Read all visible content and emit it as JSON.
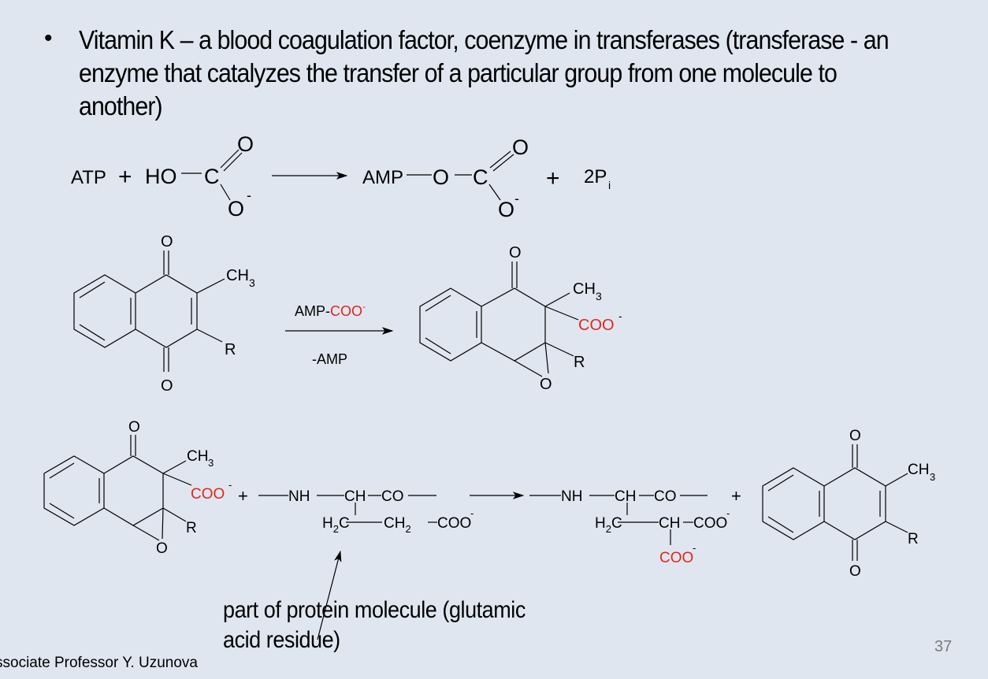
{
  "slide": {
    "bullet_symbol": "•",
    "bullet_text": "Vitamin K – a blood coagulation factor, coenzyme in transferases (transferase - an enzyme that catalyzes the transfer of a particular group from one molecule to another)",
    "footer": "ssociate Professor Y. Uzunova",
    "page_number": "37"
  },
  "reaction1": {
    "atp": "ATP",
    "plus1": "+",
    "ho": "HO",
    "c": "C",
    "o_top": "O",
    "o_bottom": "O",
    "minus": "-",
    "amp": "AMP",
    "o_link": "O",
    "c2": "C",
    "o_top2": "O",
    "o_bottom2": "O",
    "minus2": "-",
    "plus2": "+",
    "pi_main": "2P",
    "pi_sub": "i"
  },
  "reaction2": {
    "o_top": "O",
    "o_bottom": "O",
    "ch": "CH",
    "ch_sub": "3",
    "r": "R",
    "reagent_above": "AMP-",
    "reagent_coo": "COO",
    "reagent_minus": "-",
    "reagent_below": "-AMP",
    "p_o_top": "O",
    "p_ch": "CH",
    "p_ch_sub": "3",
    "p_coo": "COO",
    "p_minus": "-",
    "p_r": "R",
    "p_epoxide_o": "O"
  },
  "reaction3": {
    "o_top": "O",
    "ch": "CH",
    "ch_sub": "3",
    "coo": "COO",
    "minus": "-",
    "r": "R",
    "epoxide_o": "O",
    "plus1": "+",
    "nh": "NH",
    "ch_backbone": "CH",
    "co": "CO",
    "h2c_h": "H",
    "h2c_sub": "2",
    "h2c_c": "C",
    "ch2_ch": "CH",
    "ch2_sub": "2",
    "side_coo": "COO",
    "side_minus": "-",
    "p_nh": "NH",
    "p_ch_backbone": "CH",
    "p_co": "CO",
    "p_h2c_h": "H",
    "p_h2c_sub": "2",
    "p_h2c_c": "C",
    "p_ch_side": "CH",
    "p_side_coo": "COO",
    "p_side_minus": "-",
    "p_gla_coo": "COO",
    "p_gla_minus": "-",
    "plus2": "+",
    "q_o_top": "O",
    "q_o_bottom": "O",
    "q_ch": "CH",
    "q_ch_sub": "3",
    "q_r": "R"
  },
  "callout": {
    "text": "part of protein molecule (glutamic acid residue)"
  },
  "colors": {
    "background": "#dfe6f0",
    "highlight_red": "#e2251b",
    "text": "#000000",
    "page_number": "#7a7a7a"
  }
}
